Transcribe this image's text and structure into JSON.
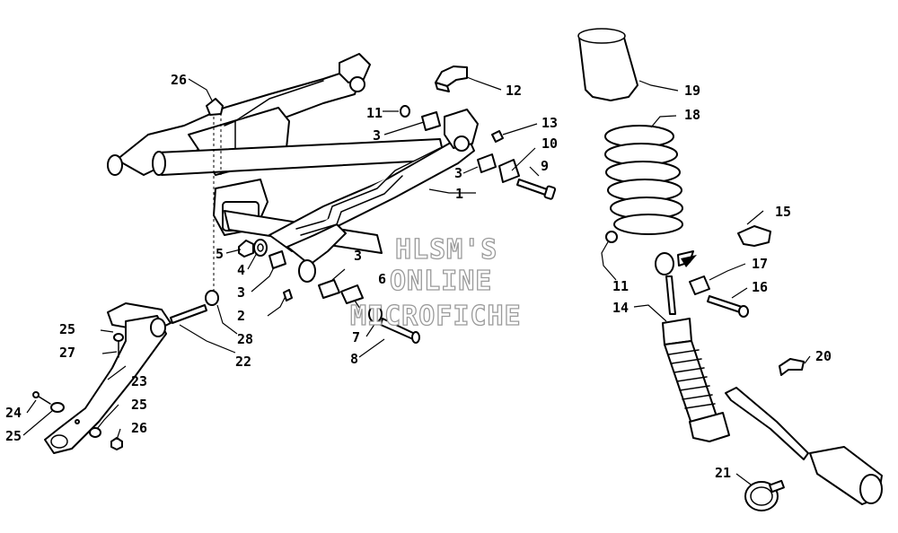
{
  "watermark": {
    "line1": "HLSM'S",
    "line2": "ONLINE",
    "line3": "MICROFICHE"
  },
  "callouts": {
    "c1": "1",
    "c2": "2",
    "c3a": "3",
    "c3b": "3",
    "c3c": "3",
    "c3d": "3",
    "c4": "4",
    "c5": "5",
    "c6": "6",
    "c7": "7",
    "c8": "8",
    "c9": "9",
    "c10": "10",
    "c11a": "11",
    "c11b": "11",
    "c12": "12",
    "c13": "13",
    "c14": "14",
    "c15": "15",
    "c16": "16",
    "c17": "17",
    "c18": "18",
    "c19": "19",
    "c20": "20",
    "c21": "21",
    "c22": "22",
    "c23": "23",
    "c24": "24",
    "c25a": "25",
    "c25b": "25",
    "c25c": "25",
    "c26a": "26",
    "c26b": "26",
    "c27": "27",
    "c28": "28"
  }
}
